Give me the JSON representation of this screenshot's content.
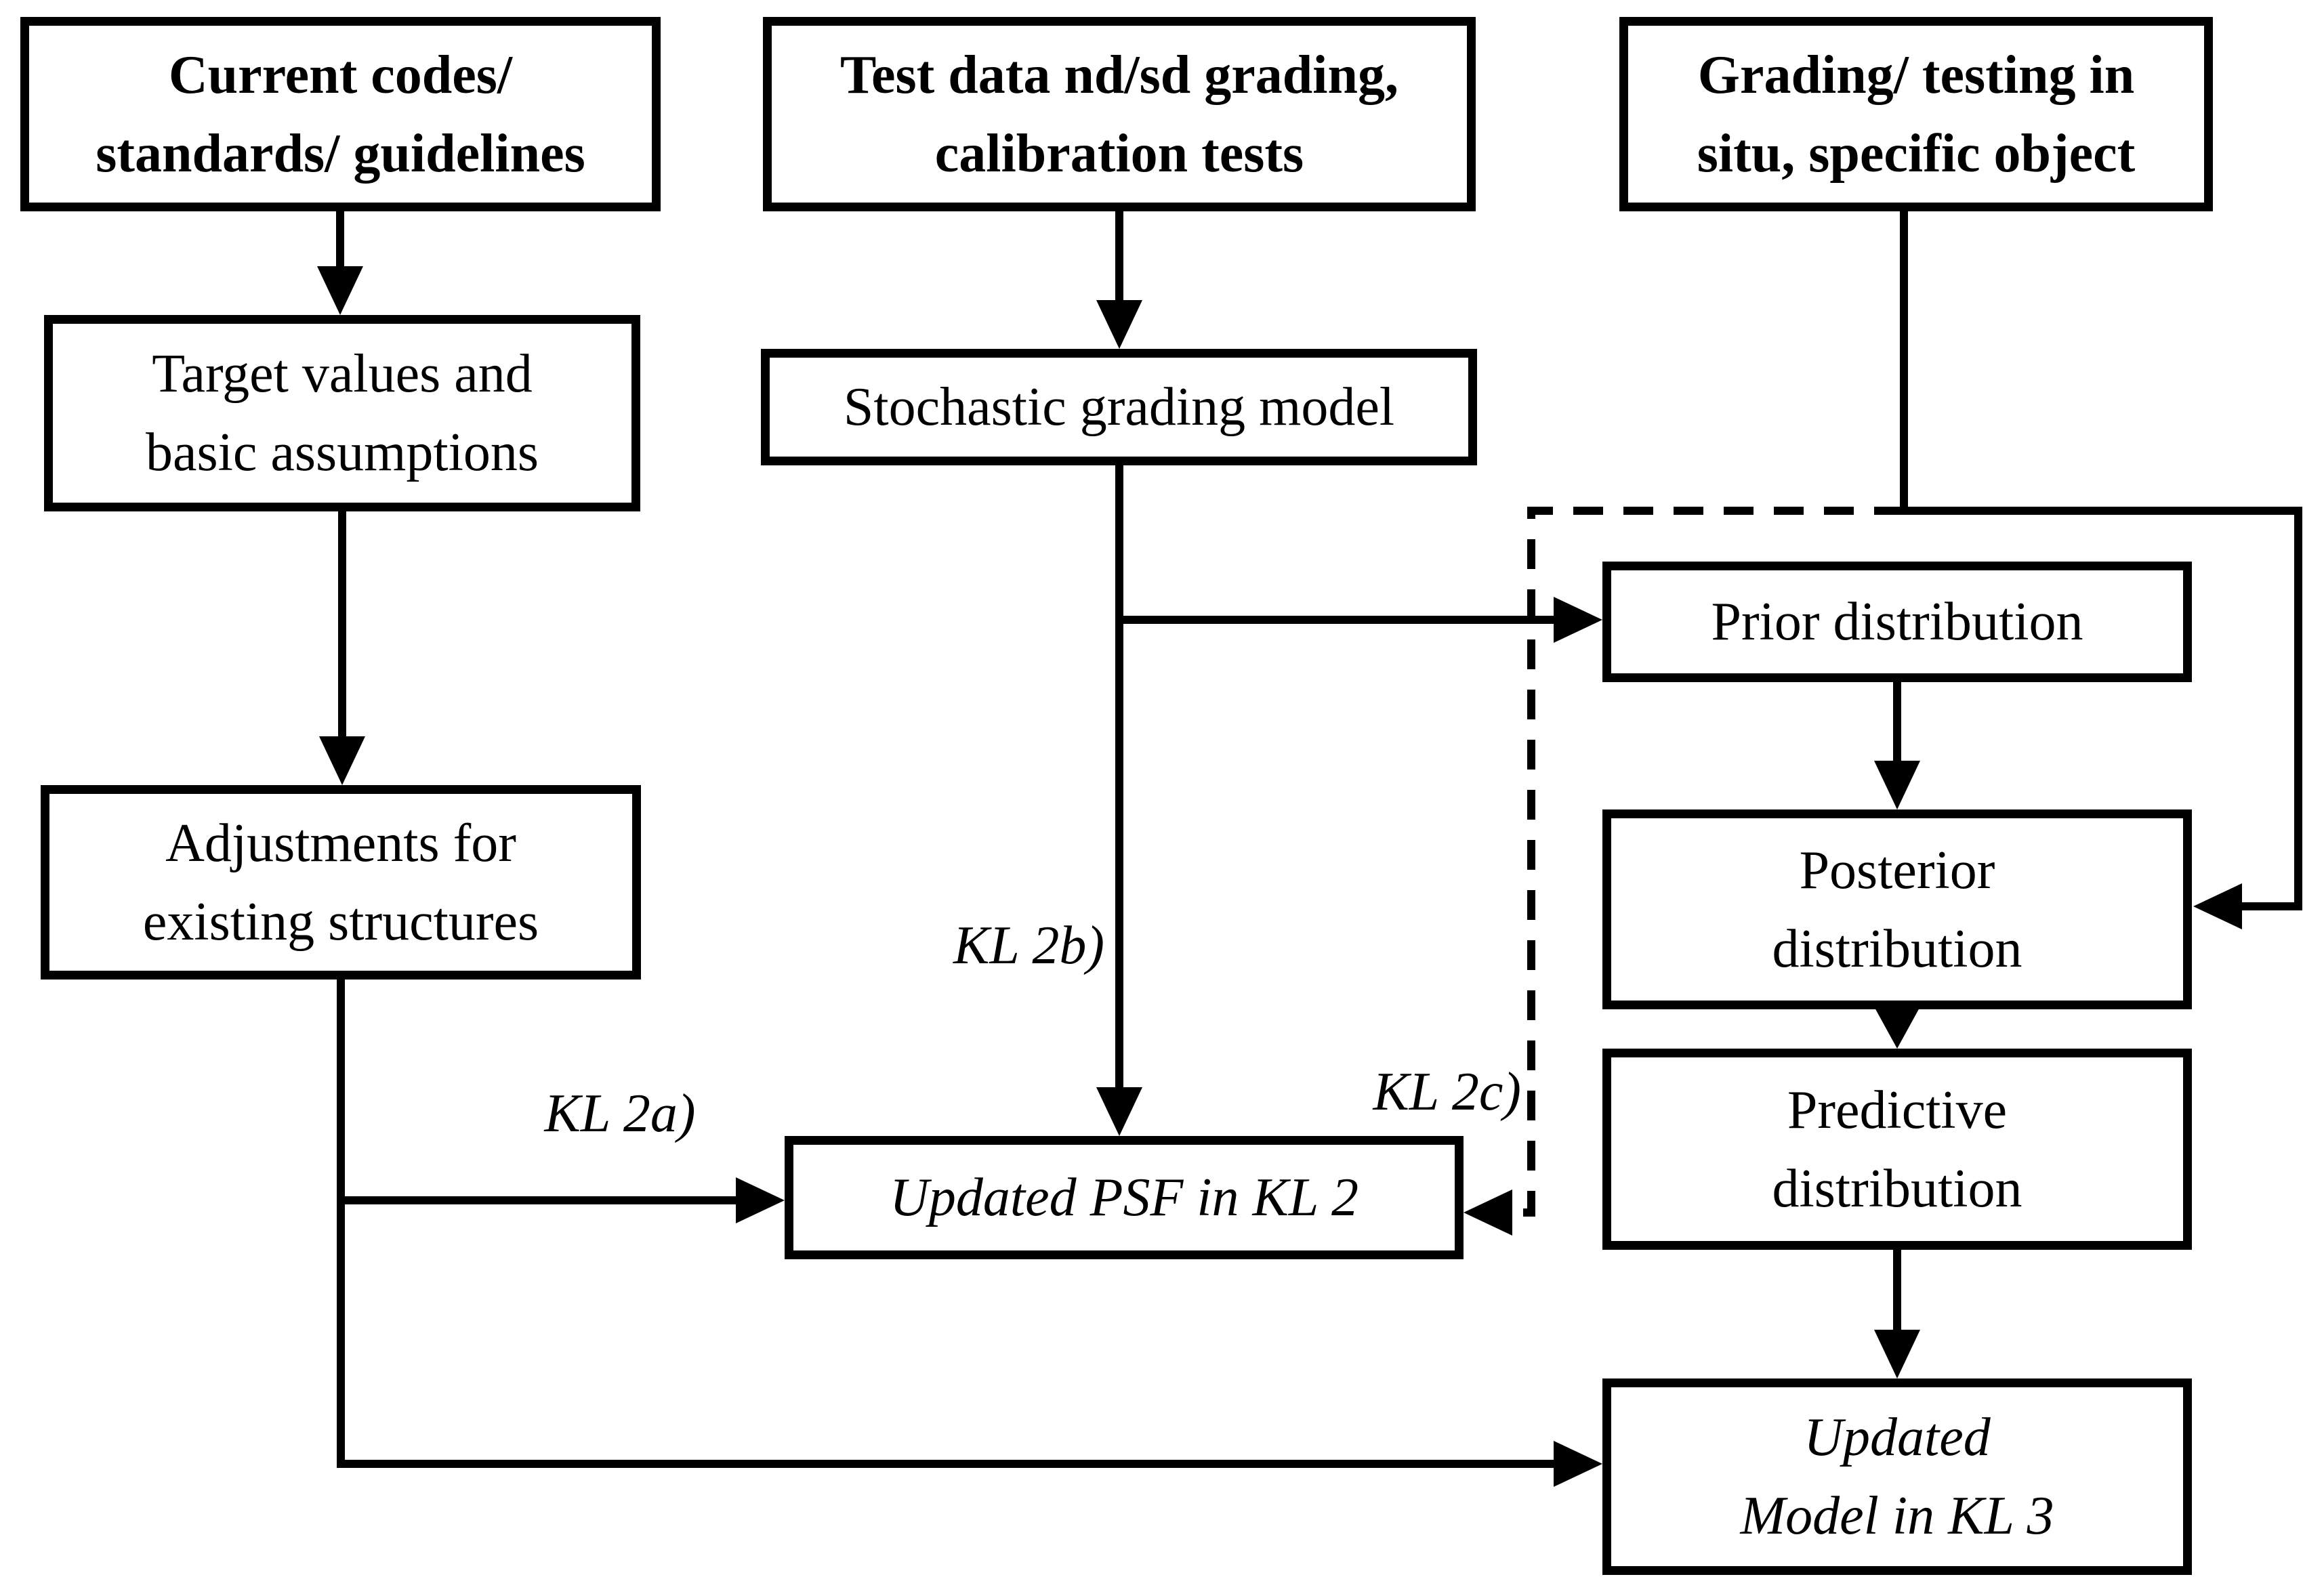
{
  "diagram": {
    "background": "#ffffff",
    "line_color": "#000000",
    "box_fill": "#ffffff",
    "nodes": {
      "current_codes": {
        "label": "Current codes/\nstandards/ guidelines"
      },
      "test_data": {
        "label": "Test data nd/sd grading,\ncalibration tests"
      },
      "grading_in_situ": {
        "label": "Grading/ testing in\nsitu, specific object"
      },
      "target_values": {
        "label": "Target values and\nbasic assumptions"
      },
      "stochastic_model": {
        "label": "Stochastic grading model"
      },
      "prior": {
        "label": "Prior distribution"
      },
      "adjustments": {
        "label": "Adjustments for\nexisting structures"
      },
      "posterior": {
        "label": "Posterior\ndistribution"
      },
      "predictive": {
        "label": "Predictive\ndistribution"
      },
      "updated_psf": {
        "label": "Updated PSF in KL 2"
      },
      "updated_model": {
        "label": "Updated\nModel in KL 3"
      }
    },
    "edge_labels": {
      "kl2a": "KL 2a)",
      "kl2b": "KL 2b)",
      "kl2c": "KL 2c)"
    }
  }
}
